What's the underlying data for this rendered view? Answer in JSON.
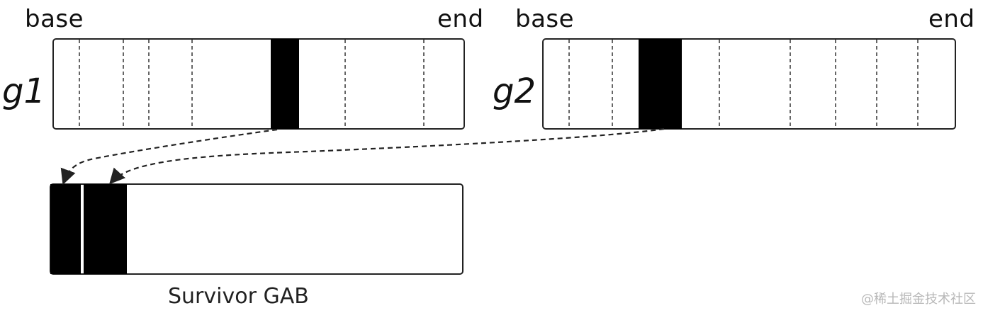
{
  "diagram": {
    "generations": [
      {
        "label": "g1",
        "base_label": "base",
        "end_label": "end"
      },
      {
        "label": "g2",
        "base_label": "base",
        "end_label": "end"
      }
    ],
    "survivor_label": "Survivor GAB",
    "colors": {
      "block": "#000000",
      "border": "#222222",
      "dash": "#333333",
      "arrow": "#222222",
      "background": "#ffffff"
    }
  },
  "watermark": "@稀土掘金技术社区"
}
